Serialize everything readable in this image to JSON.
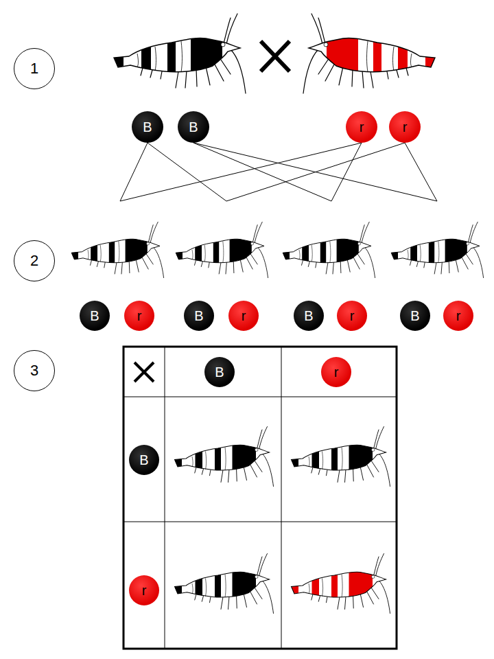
{
  "diagram": {
    "nodes": [
      {
        "text": [
          "1"
        ]
      },
      {
        "text": [
          "B"
        ]
      },
      {
        "text": [
          "B"
        ]
      },
      {
        "text": [
          "r"
        ]
      },
      {
        "text": [
          "r"
        ]
      },
      {
        "text": [
          "2"
        ]
      },
      {
        "text": [
          "B"
        ]
      },
      {
        "text": [
          "r"
        ]
      },
      {
        "text": [
          "B"
        ]
      },
      {
        "text": [
          "r"
        ]
      },
      {
        "text": [
          "B"
        ]
      },
      {
        "text": [
          "r"
        ]
      },
      {
        "text": [
          "B"
        ]
      },
      {
        "text": [
          "r"
        ]
      },
      {
        "text": [
          "3"
        ]
      },
      {
        "text": [
          "B"
        ]
      },
      {
        "text": [
          "r"
        ]
      },
      {
        "text": [
          "B"
        ]
      },
      {
        "text": [
          "r"
        ]
      }
    ]
  }
}
